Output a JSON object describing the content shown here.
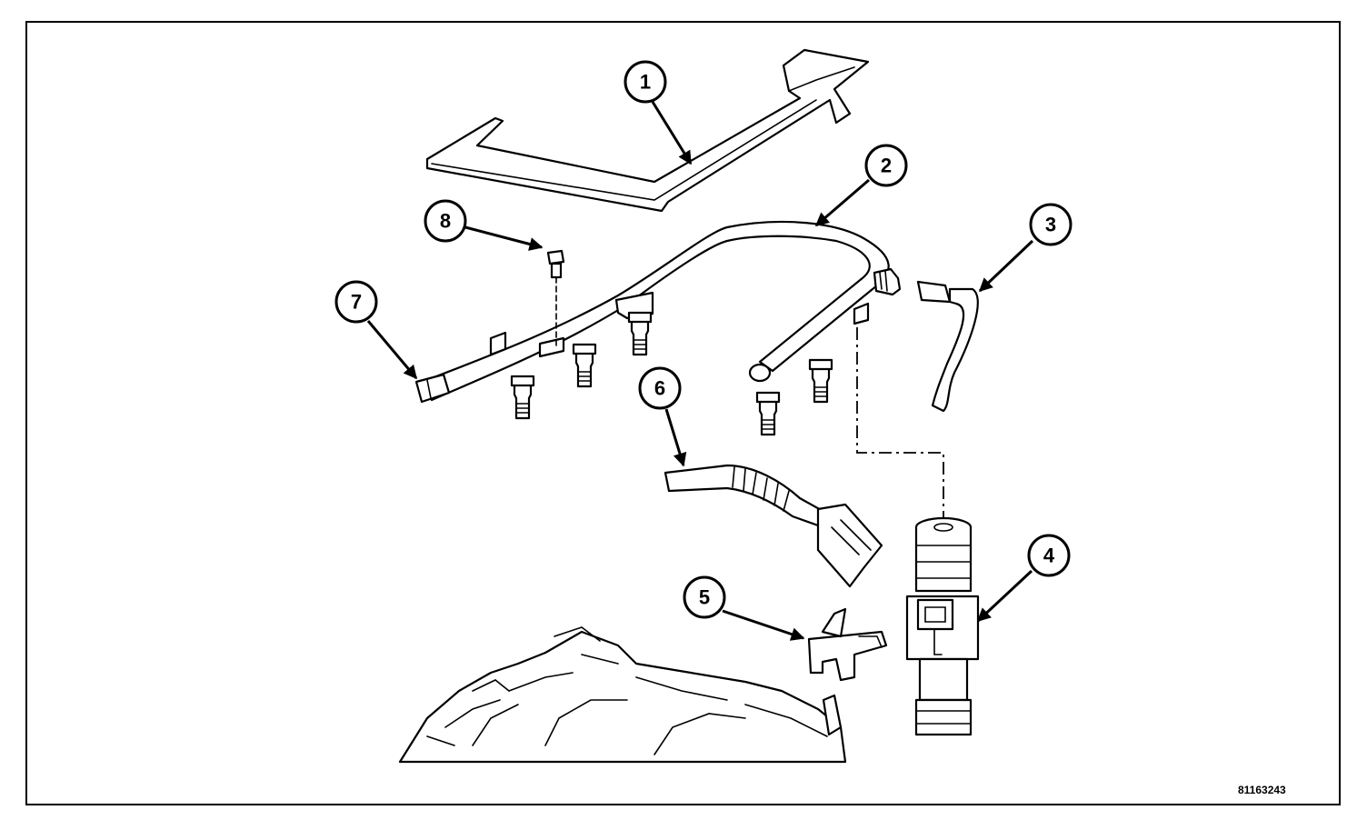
{
  "figure_id": "81163243",
  "callouts": [
    "1",
    "2",
    "3",
    "4",
    "5",
    "6",
    "7",
    "8"
  ],
  "colors": {
    "line": "#000000",
    "background": "#ffffff"
  }
}
